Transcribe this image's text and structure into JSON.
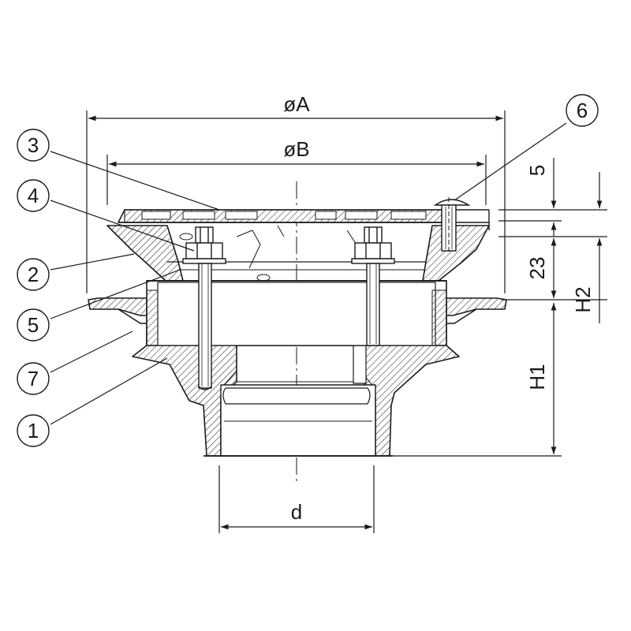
{
  "dimensions": {
    "diameter_a": "øA",
    "diameter_b": "øB",
    "depth_d": "d",
    "height_5": "5",
    "height_23": "23",
    "height_h1": "H1",
    "height_h2": "H2"
  },
  "callouts": [
    {
      "id": "callout-3",
      "label": "3"
    },
    {
      "id": "callout-4",
      "label": "4"
    },
    {
      "id": "callout-2",
      "label": "2"
    },
    {
      "id": "callout-5",
      "label": "5"
    },
    {
      "id": "callout-7",
      "label": "7"
    },
    {
      "id": "callout-1",
      "label": "1"
    },
    {
      "id": "callout-6",
      "label": "6"
    }
  ],
  "colors": {
    "line": "#1a1a1a",
    "paper": "#ffffff"
  }
}
